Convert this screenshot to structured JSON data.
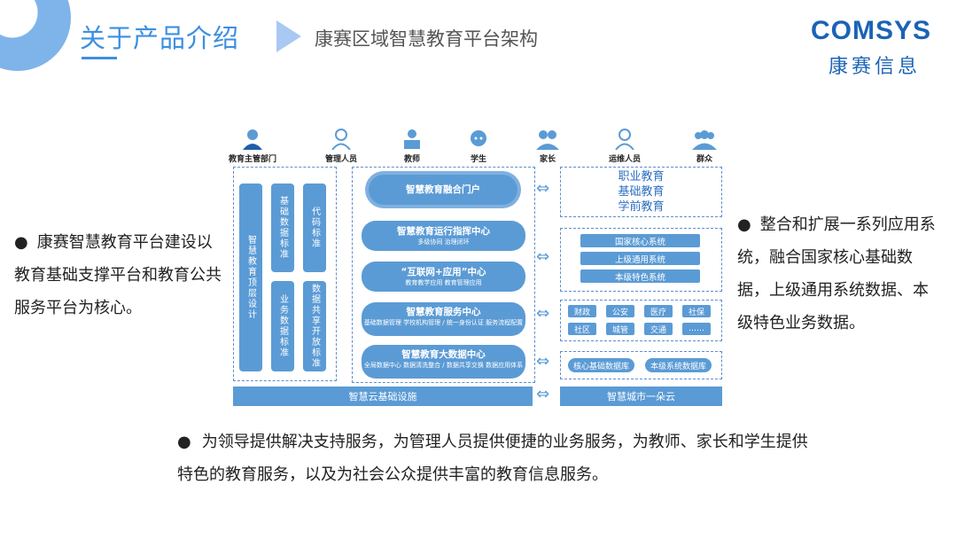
{
  "header": {
    "title": "关于产品介绍",
    "subtitle": "康赛区域智慧教育平台架构",
    "logo_word": "COMSYS",
    "logo_cn": "康赛信息"
  },
  "left_text": "康赛智慧教育平台建设以教育基础支撑平台和教育公共服务平台为核心。",
  "right_text": "整合和扩展一系列应用系统，融合国家核心基础数据，上级通用系统数据、本级特色业务数据。",
  "bottom_text": "为领导提供解决支持服务，为管理人员提供便捷的业务服务，为教师、家长和学生提供特色的教育服务，以及为社会公众提供丰富的教育信息服务。",
  "diagram": {
    "users": [
      "教育主管部门",
      "管理人员",
      "教师",
      "学生",
      "家长",
      "运维人员",
      "群众"
    ],
    "left_cols": [
      "智慧教育顶层设计",
      "基础数据标准",
      "代码标准",
      "业务数据标准",
      "数据共享开放标准"
    ],
    "cloud": "智慧教育融合门户",
    "centers": [
      {
        "title": "智慧教育运行指挥中心",
        "sub": "多级协同  治理闭环"
      },
      {
        "title": "“互联网+应用”中心",
        "sub": "教育教学应用  教育管理应用"
      },
      {
        "title": "智慧教育服务中心",
        "sub": "基础数据管理  学校机构管理 / 统一身份认证  服务流程配置"
      },
      {
        "title": "智慧教育大数据中心",
        "sub": "全局数据中心  数据清洗整合 / 数据共享交换  数据应用体系"
      }
    ],
    "edu_types": [
      "职业教育",
      "基础教育",
      "学前教育"
    ],
    "systems": [
      "国家核心系统",
      "上级通用系统",
      "本级特色系统"
    ],
    "departments": [
      "财政",
      "公安",
      "医疗",
      "社保",
      "社区",
      "城管",
      "交通",
      "……"
    ],
    "databases": [
      "核心基础数据库",
      "本级系统数据库"
    ],
    "base_left": "智慧云基础设施",
    "base_right": "智慧城市一朵云"
  }
}
